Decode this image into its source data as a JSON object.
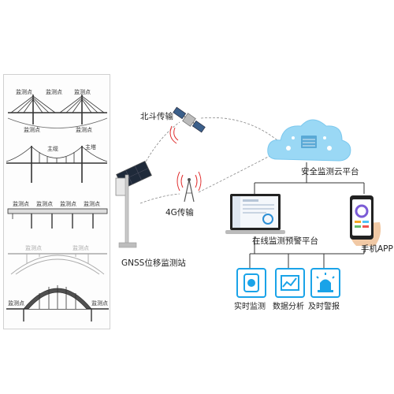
{
  "bridges": {
    "cable_stayed": {
      "tags": [
        "监测点",
        "监测点",
        "监测点",
        "监测点",
        "监测点"
      ]
    },
    "suspension": {
      "tags": [
        "主缆",
        "主塔"
      ]
    },
    "girder": {
      "tags": [
        "监测点",
        "监测点",
        "监测点",
        "监测点"
      ]
    },
    "arch": {
      "tags": [
        "监测点",
        "监测点"
      ]
    },
    "tied_arch": {
      "tags": [
        "监测点",
        "监测点"
      ]
    }
  },
  "labels": {
    "beidou": "北斗传输",
    "g4": "4G传输",
    "station": "GNSS位移监测站",
    "cloud": "安全监测云平台",
    "platform": "在线监测预警平台",
    "app": "手机APP"
  },
  "functions": [
    {
      "label": "实时监测",
      "icon": "camera-icon"
    },
    {
      "label": "数据分析",
      "icon": "chart-icon"
    },
    {
      "label": "及时警报",
      "icon": "alarm-light-icon"
    }
  ],
  "colors": {
    "accent": "#1aa3e8",
    "cloud": "#9ad8f5",
    "signal": "#e03030",
    "line": "#333333"
  }
}
